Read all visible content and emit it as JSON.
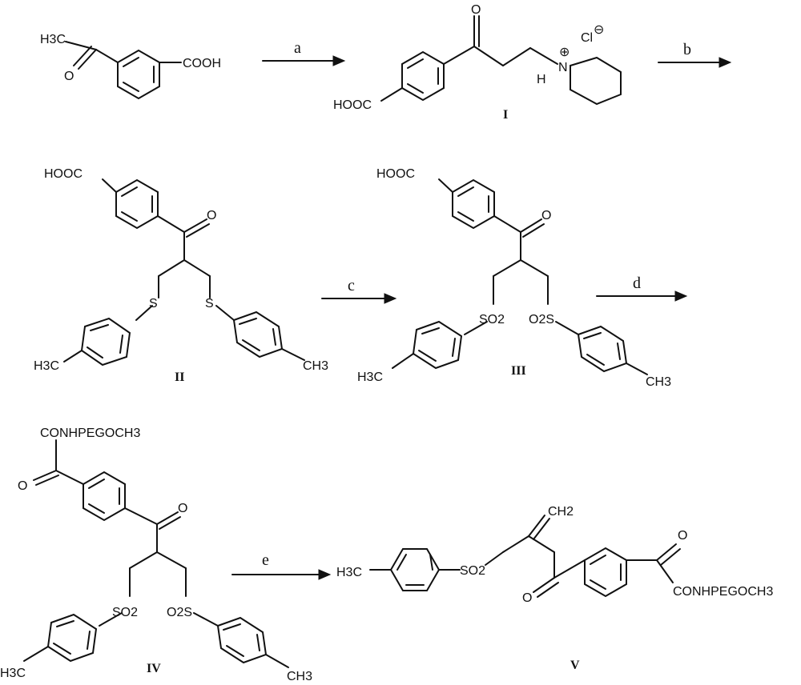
{
  "steps": {
    "a": "a",
    "b": "b",
    "c": "c",
    "d": "d",
    "e": "e"
  },
  "compounds": {
    "I": "I",
    "II": "II",
    "III": "III",
    "IV": "IV",
    "V": "V"
  },
  "groups": {
    "h3c": "H3C",
    "ch3": "CH3",
    "cooh": "COOH",
    "hooc": "HOOC",
    "o": "O",
    "h": "H",
    "n": "N",
    "cl": "Cl",
    "plus": "⊕",
    "minus": "⊖",
    "s": "S",
    "so2": "SO2",
    "o2s": "O2S",
    "conhpeg": "CONHPEGOCH3",
    "ch2": "CH2"
  }
}
